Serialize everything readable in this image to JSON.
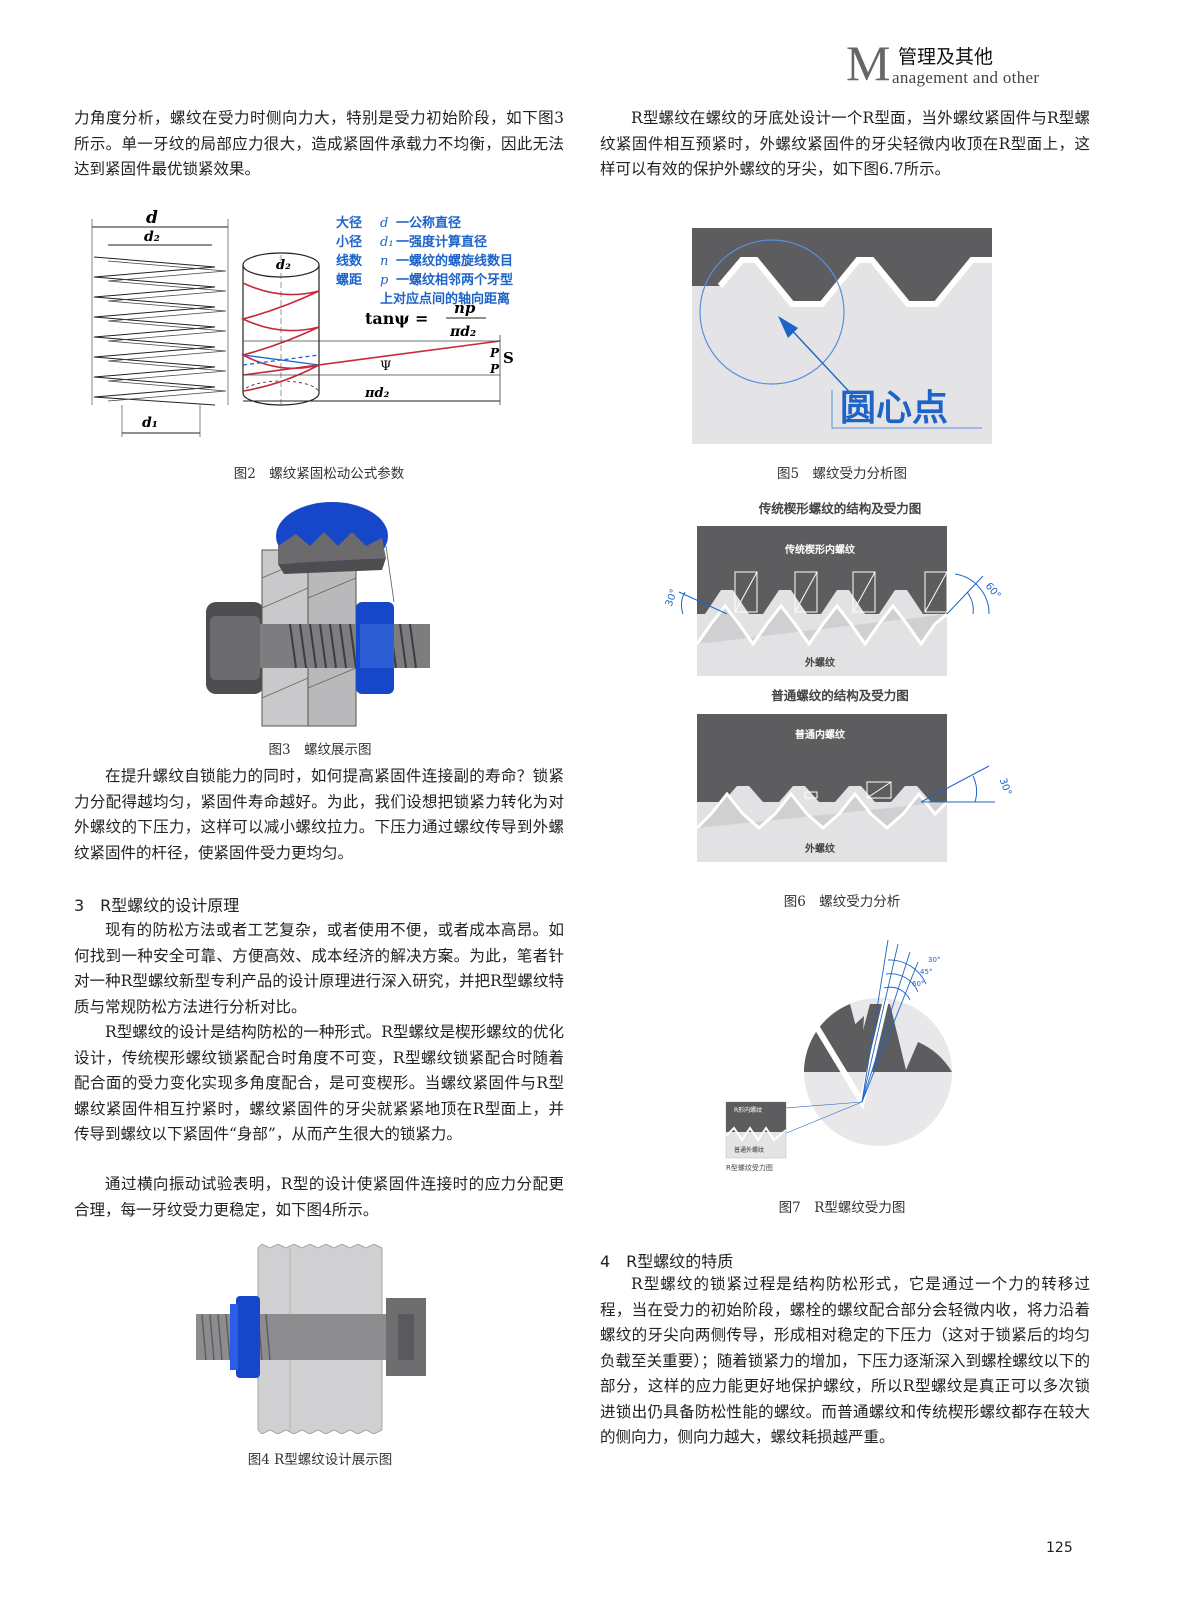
{
  "header": {
    "initial": "M",
    "section_cn": "管理及其他",
    "section_en": "anagement and other"
  },
  "left": {
    "p1": "力角度分析，螺纹在受力时侧向力大，特别是受力初始阶段，如下图3所示。单一牙纹的局部应力很大，造成紧固件承载力不均衡，因此无法达到紧固件最优锁紧效果。",
    "fig2": {
      "caption": "图2　螺纹紧固松动公式参数",
      "legend": [
        {
          "key": "大径",
          "sym": "d",
          "desc": "一公称直径"
        },
        {
          "key": "小径",
          "sym": "d₁",
          "desc": "一强度计算直径"
        },
        {
          "key": "线数",
          "sym": "n",
          "desc": "一螺纹的螺旋线数目"
        },
        {
          "key": "螺距",
          "sym": "p",
          "desc": "一螺纹相邻两个牙型"
        }
      ],
      "legend_cont": "上对应点间的轴向距离",
      "labels": {
        "d": "d",
        "d2": "d₂",
        "d1": "d₁",
        "d2b": "d₂",
        "formula_lhs": "tanψ =",
        "formula_num": "np",
        "formula_den": "πd₂",
        "psi": "Ψ",
        "pid2": "πd₂",
        "P": "P",
        "S": "S",
        "P2": "P"
      }
    },
    "fig3": {
      "caption": "图3　螺纹展示图"
    },
    "p2": "在提升螺纹自锁能力的同时，如何提高紧固件连接副的寿命？锁紧力分配得越均匀，紧固件寿命越好。为此，我们设想把锁紧力转化为对外螺纹的下压力，这样可以减小螺纹拉力。下压力通过螺纹传导到外螺纹紧固件的杆径，使紧固件受力更均匀。",
    "sec3": "3　R型螺纹的设计原理",
    "p3": "现有的防松方法或者工艺复杂，或者使用不便，或者成本高昂。如何找到一种安全可靠、方便高效、成本经济的解决方案。为此，笔者针对一种R型螺纹新型专利产品的设计原理进行深入研究，并把R型螺纹特质与常规防松方法进行分析对比。",
    "p4": "R型螺纹的设计是结构防松的一种形式。R型螺纹是楔形螺纹的优化设计，传统楔形螺纹锁紧配合时角度不可变，R型螺纹锁紧配合时随着配合面的受力变化实现多角度配合，是可变楔形。当螺纹紧固件与R型螺纹紧固件相互拧紧时，螺纹紧固件的牙尖就紧紧地顶在R型面上，并传导到螺纹以下紧固件“身部”，从而产生很大的锁紧力。",
    "p5": "通过横向振动试验表明，R型的设计使紧固件连接时的应力分配更合理，每一牙纹受力更稳定，如下图4所示。",
    "fig4": {
      "caption": "图4  R型螺纹设计展示图"
    }
  },
  "right": {
    "p1": "R型螺纹在螺纹的牙底处设计一个R型面，当外螺纹紧固件与R型螺纹紧固件相互预紧时，外螺纹紧固件的牙尖轻微内收顶在R型面上，这样可以有效的保护外螺纹的牙尖，如下图6.7所示。",
    "fig5": {
      "caption": "图5　螺纹受力分析图",
      "label": "圆心点"
    },
    "fig6": {
      "caption": "图6　螺纹受力分析",
      "top_title": "传统楔形螺纹的结构及受力图",
      "top_inner": "传统楔形内螺纹",
      "top_outer": "外螺纹",
      "angle30": "30°",
      "angle60": "60°",
      "bottom_title": "普通螺纹的结构及受力图",
      "bottom_inner": "普通内螺纹",
      "bottom_outer": "外螺纹",
      "angle30b": "30°"
    },
    "fig7": {
      "caption": "图7　R型螺纹受力图",
      "inset_top": "R形内螺纹",
      "inset_mid": "普通外螺纹",
      "inset_bottom": "R型螺纹受力图",
      "arc_labels": [
        "30°",
        "45°",
        "60°"
      ]
    },
    "sec4": "4　R型螺纹的特质",
    "p2": "R型螺纹的锁紧过程是结构防松形式，它是通过一个力的转移过程，当在受力的初始阶段，螺栓的螺纹配合部分会轻微内收，将力沿着螺纹的牙尖向两侧传导，形成相对稳定的下压力（这对于锁紧后的均匀负载至关重要）；随着锁紧力的增加，下压力逐渐深入到螺栓螺纹以下的部分，这样的应力能更好地保护螺纹，所以R型螺纹是真正可以多次锁进锁出仍具备防松性能的螺纹。而普通螺纹和传统楔形螺纹都存在较大的侧向力，侧向力越大，螺纹耗损越严重。"
  },
  "page_number": "125",
  "colors": {
    "blue_text": "#1e64c8",
    "blue_fill": "#1747c9",
    "gray_dark": "#5d5d5f",
    "red_line": "#c8283a"
  }
}
